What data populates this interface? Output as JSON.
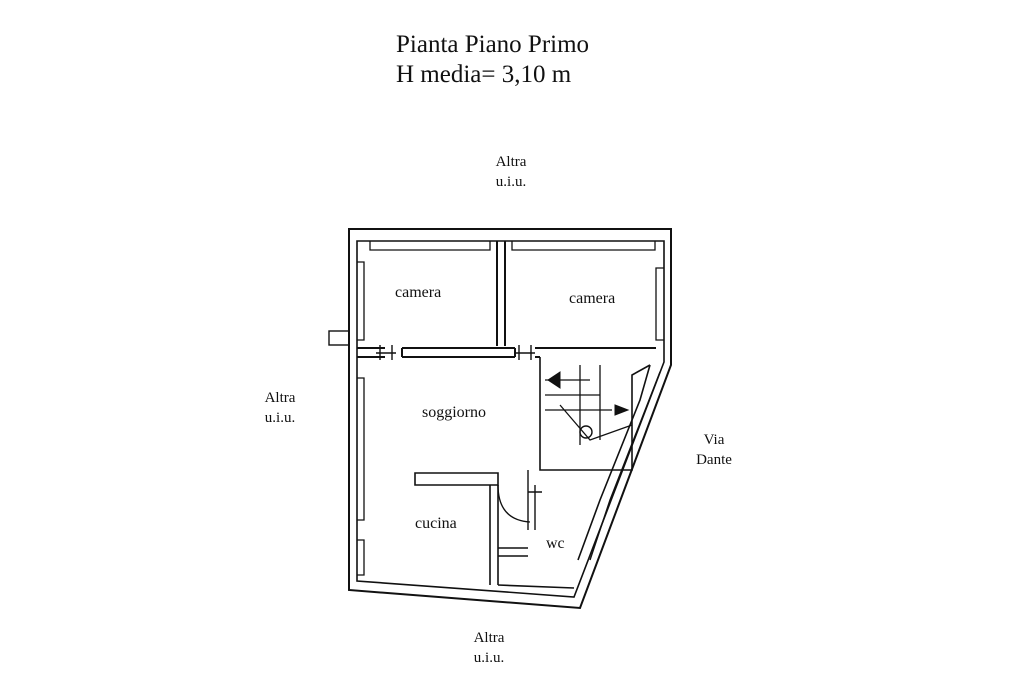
{
  "header": {
    "title_line1": "Pianta Piano Primo",
    "title_line2": "H media= 3,10 m"
  },
  "surroundings": {
    "north": {
      "line1": "Altra",
      "line2": "u.i.u."
    },
    "west": {
      "line1": "Altra",
      "line2": "u.i.u."
    },
    "east": {
      "line1": "Via",
      "line2": "Dante"
    },
    "south": {
      "line1": "Altra",
      "line2": "u.i.u."
    }
  },
  "rooms": {
    "camera_left": "camera",
    "camera_right": "camera",
    "soggiorno": "soggiorno",
    "cucina": "cucina",
    "wc": "wc"
  }
}
